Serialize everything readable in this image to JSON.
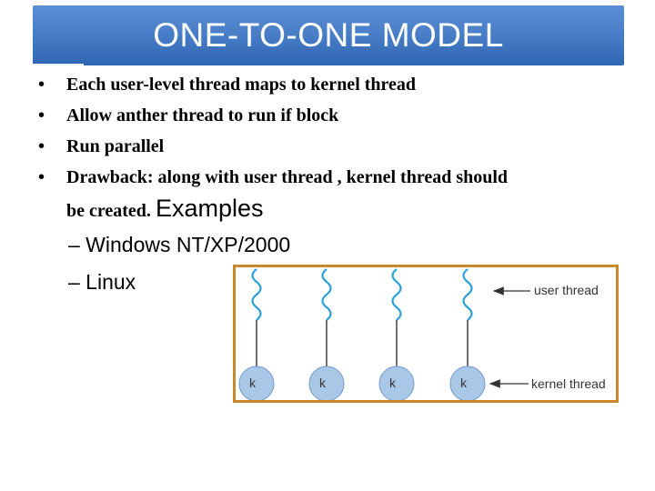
{
  "slide": {
    "title": "ONE-TO-ONE MODEL",
    "bullets": [
      "Each user-level thread maps to kernel thread",
      "Allow anther thread to run if block",
      "Run parallel",
      "Drawback: along with user thread , kernel thread should"
    ],
    "bullet_continuation": "be created.",
    "examples_label": "Examples",
    "sub_items": [
      "– Windows NT/XP/2000",
      "– Linux"
    ]
  },
  "diagram": {
    "kernel_label": "k",
    "user_thread_label": "user thread",
    "kernel_thread_label": "kernel thread",
    "thread_count": 4
  },
  "colors": {
    "title_bar": "#3f75c0",
    "diagram_border": "#c8882a",
    "thread_wave": "#2aa0d8",
    "kernel_circle": "#a9c8e8"
  }
}
